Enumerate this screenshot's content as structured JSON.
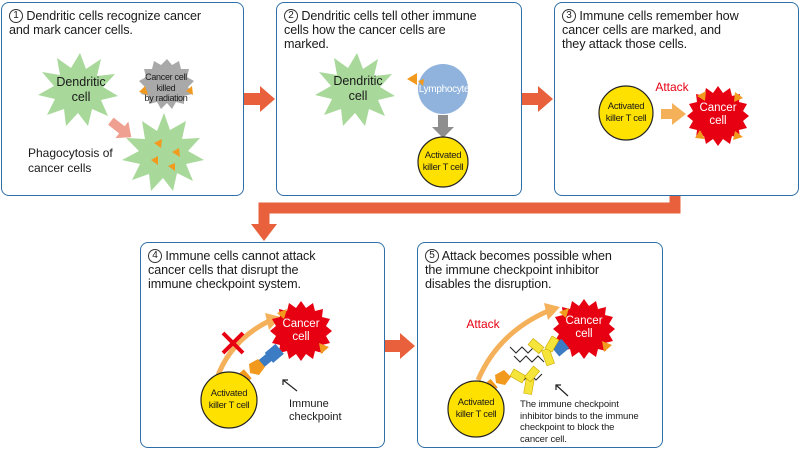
{
  "panels": [
    {
      "number": "1",
      "title_lines": [
        "Dendritic cells recognize cancer",
        "and mark cancer cells."
      ]
    },
    {
      "number": "2",
      "title_lines": [
        "Dendritic cells tell other immune",
        "cells how the cancer cells are",
        "marked."
      ]
    },
    {
      "number": "3",
      "title_lines": [
        "Immune cells remember how",
        "cancer cells are marked, and",
        "they attack those cells."
      ]
    },
    {
      "number": "4",
      "title_lines": [
        "Immune cells cannot attack",
        "cancer cells that disrupt the",
        "immune checkpoint system."
      ]
    },
    {
      "number": "5",
      "title_lines": [
        "Attack becomes possible when",
        "the immune checkpoint inhibitor",
        "disables the disruption."
      ]
    }
  ],
  "labels": {
    "dendritic_cell": [
      "Dendritic",
      "cell"
    ],
    "cancer_killed": [
      "Cancer cell",
      "killed",
      "by radiation"
    ],
    "phagocytosis": [
      "Phagocytosis of",
      "cancer cells"
    ],
    "lymphocyte": "Lymphocyte",
    "activated_killer_t": [
      "Activated",
      "killer T cell"
    ],
    "cancer_cell": [
      "Cancer",
      "cell"
    ],
    "attack": "Attack",
    "immune_checkpoint": [
      "Immune",
      "checkpoint"
    ],
    "inhibitor_note": [
      "The immune checkpoint",
      "inhibitor binds to the immune",
      "checkpoint to block the",
      "cancer cell."
    ]
  },
  "colors": {
    "panel_border": "#2f6fa8",
    "flow_arrow": "#e8613c",
    "dendritic_green": "#a8d89a",
    "marker_orange": "#f29a1e",
    "killer_yellow": "#ffe100",
    "cancer_red": "#e60012",
    "lymphocyte_blue": "#8fb3dc",
    "attack_red": "#e60012",
    "checkpoint_blue": "#3b7cc4",
    "inhibitor_yellow": "#f5e43a"
  }
}
